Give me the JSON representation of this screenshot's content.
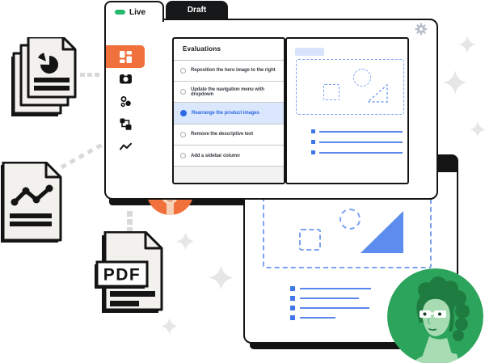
{
  "app_window": {
    "tabs": [
      {
        "label": "Live",
        "state": "active",
        "icon": "live-indicator-pill"
      },
      {
        "label": "Draft",
        "state": "inactive"
      }
    ],
    "sidebar": {
      "active_index": 0,
      "icons": [
        "dashboard-icon",
        "camera-icon",
        "cluster-icon",
        "flow-icon",
        "trend-icon"
      ]
    },
    "toolbar": {
      "icon": "gear-icon"
    },
    "evaluations": {
      "title": "Evaluations",
      "items": [
        {
          "label": "Reposition the hero image to the right",
          "selected": false
        },
        {
          "label": "Update the navigation menu with dropdown",
          "selected": false
        },
        {
          "label": "Rearrange the product images",
          "selected": true
        },
        {
          "label": "Remove the descriptive text",
          "selected": false
        },
        {
          "label": "Add a sidebar column",
          "selected": false
        }
      ]
    },
    "preview": {
      "wireframe_shapes": [
        "dashed-square",
        "dashed-circle",
        "dashed-triangle"
      ]
    }
  },
  "result_window": {
    "titlebar": {
      "icon": "window-dots"
    },
    "wireframe_shapes": [
      "dashed-square",
      "dashed-circle",
      "solid-triangle"
    ]
  },
  "documents": {
    "report_stack": {
      "icon": "pie-chart-icon"
    },
    "chart_doc": {
      "icon": "line-chart-icon"
    },
    "pdf_doc": {
      "label": "PDF"
    }
  },
  "avatars": {
    "left": "orange-user",
    "right": "green-user"
  },
  "colors": {
    "ink": "#141414",
    "accent_orange": "#F1713C",
    "accent_blue": "#3F76E8",
    "wireframe_blue": "#7BA3F2",
    "selected_row_bg": "#DBE7FC",
    "selected_row_text": "#2D6AE3",
    "live_green": "#25B96F",
    "avatar_green": "#2CA45B",
    "page_fill": "#F2F1ED"
  }
}
